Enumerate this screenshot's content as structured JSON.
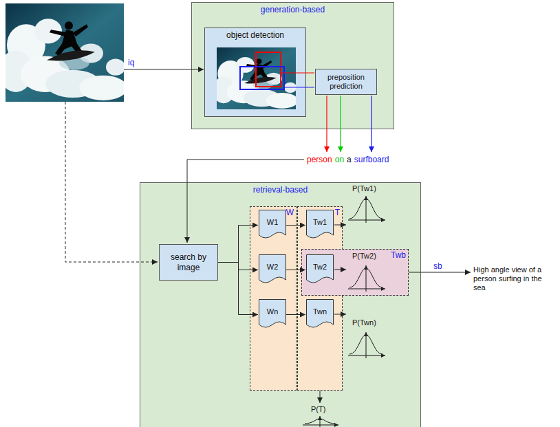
{
  "diagram": {
    "nodes": [
      {
        "text": [
          "generation-based"
        ]
      },
      {
        "text": [
          "object detection"
        ],
        "in": 0
      },
      {
        "text": [
          "preposition prediction"
        ],
        "in": 0
      },
      {
        "text": [
          "retrieval-based"
        ]
      },
      {
        "text": [
          "search by image"
        ],
        "in": 3
      },
      {
        "text": [
          "W"
        ],
        "in": 3
      },
      {
        "text": [
          "W1"
        ],
        "in": 5
      },
      {
        "text": [
          "W2"
        ],
        "in": 5
      },
      {
        "text": [
          "Wn"
        ],
        "in": 5
      },
      {
        "text": [
          "T"
        ],
        "in": 3
      },
      {
        "text": [
          "Tw1"
        ],
        "in": 9
      },
      {
        "text": [
          "Twb"
        ],
        "in": 3
      },
      {
        "text": [
          "Tw2"
        ],
        "in": 11
      },
      {
        "text": [
          "Twn"
        ],
        "in": 9
      }
    ],
    "edges": [
      {
        "from": 4,
        "to": 6,
        "arrow": "to"
      },
      {
        "from": 4,
        "to": 7,
        "arrow": "to"
      },
      {
        "from": 4,
        "to": 8,
        "arrow": "to"
      },
      {
        "from": 6,
        "to": 10,
        "arrow": "to"
      },
      {
        "from": 7,
        "to": 12,
        "arrow": "to"
      },
      {
        "from": 8,
        "to": 13,
        "arrow": "to"
      }
    ],
    "labels": [
      "iq",
      "person",
      "on",
      "a",
      "surfboard",
      "P(Tw1)",
      "P(Tw2)",
      "P(Twn)",
      "P(T)",
      "sb",
      "High angle view of a person surfing in the sea"
    ]
  }
}
